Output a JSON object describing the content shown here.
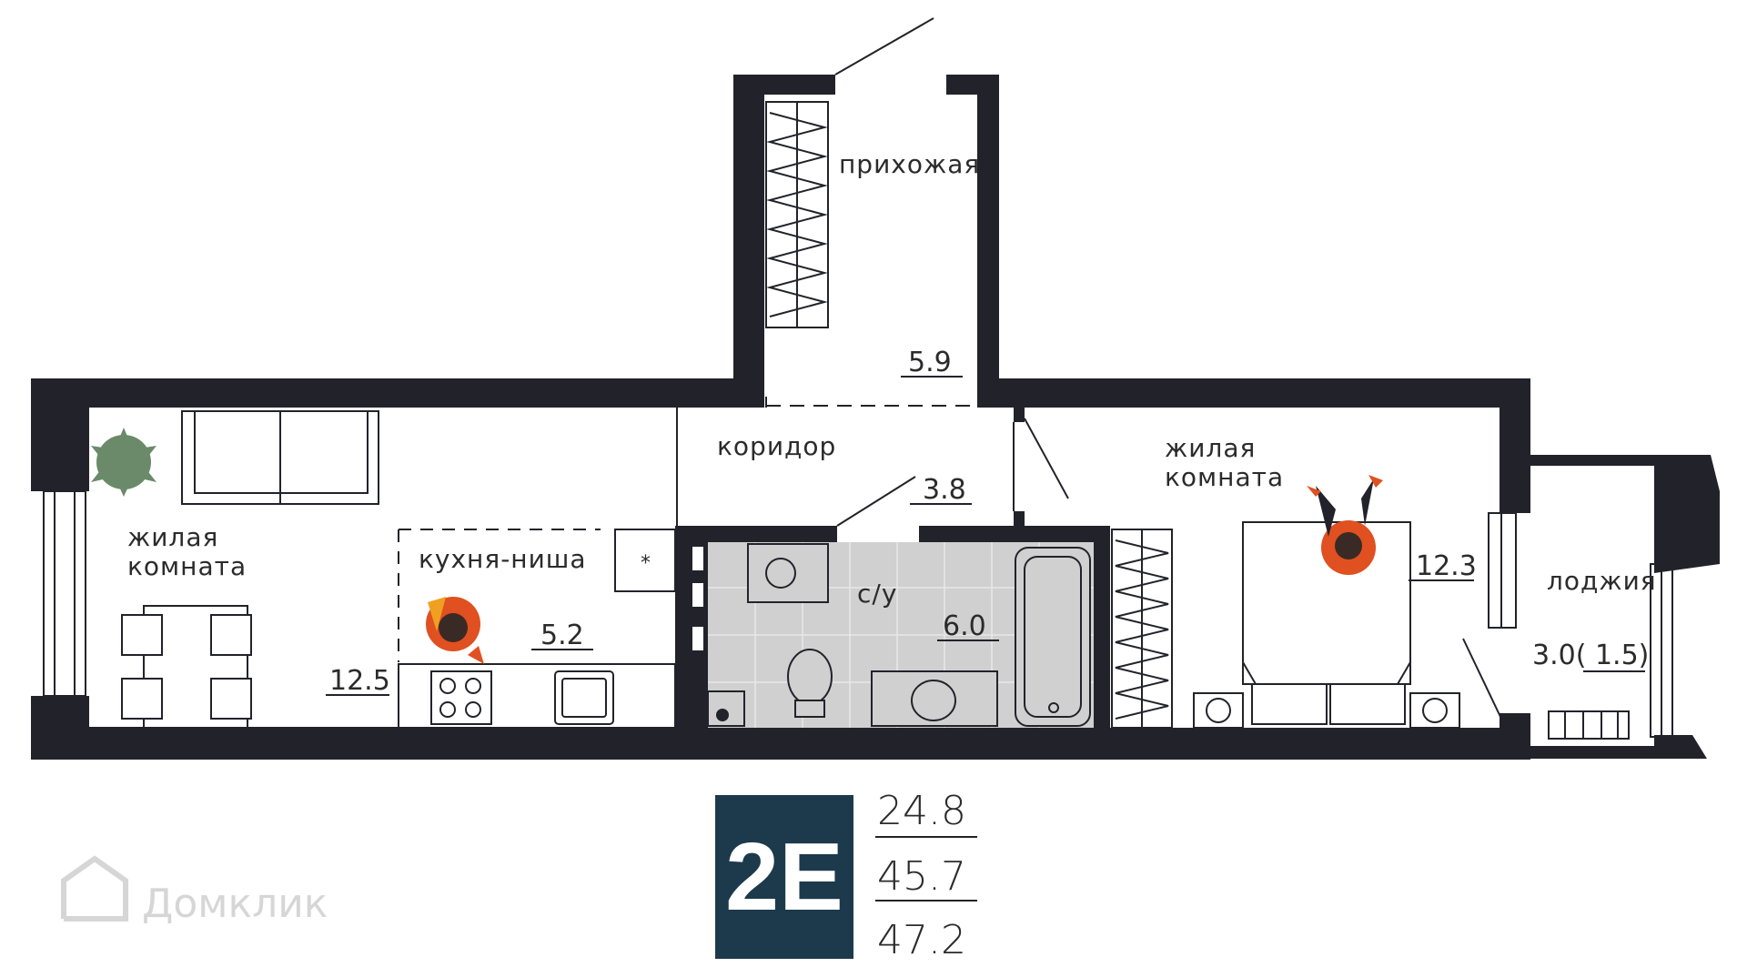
{
  "colors": {
    "wall": "#22232a",
    "badge_bg": "#1c3a4c",
    "bathroom_floor": "#d0d0d0",
    "person_accent": "#e05020",
    "plant": "#6a8a6a",
    "watermark": "#d6d6d6"
  },
  "unit": {
    "code": "2Е",
    "living_area": "24.8",
    "total_area": "45.7",
    "total_with_loggia": "47.2"
  },
  "rooms": [
    {
      "name": "прихожая",
      "area": "5.9"
    },
    {
      "name": "коридор",
      "area": "3.8"
    },
    {
      "name_line1": "жилая",
      "name_line2": "комната",
      "area": "12.5"
    },
    {
      "name": "кухня-ниша",
      "area": "5.2"
    },
    {
      "name": "с/у",
      "area": "6.0"
    },
    {
      "name_line1": "жилая",
      "name_line2": "комната",
      "area": "12.3"
    },
    {
      "name": "лоджия",
      "area": "3.0( 1.5)"
    }
  ],
  "watermark": {
    "text": "Домклик",
    "icon": "house-icon"
  }
}
